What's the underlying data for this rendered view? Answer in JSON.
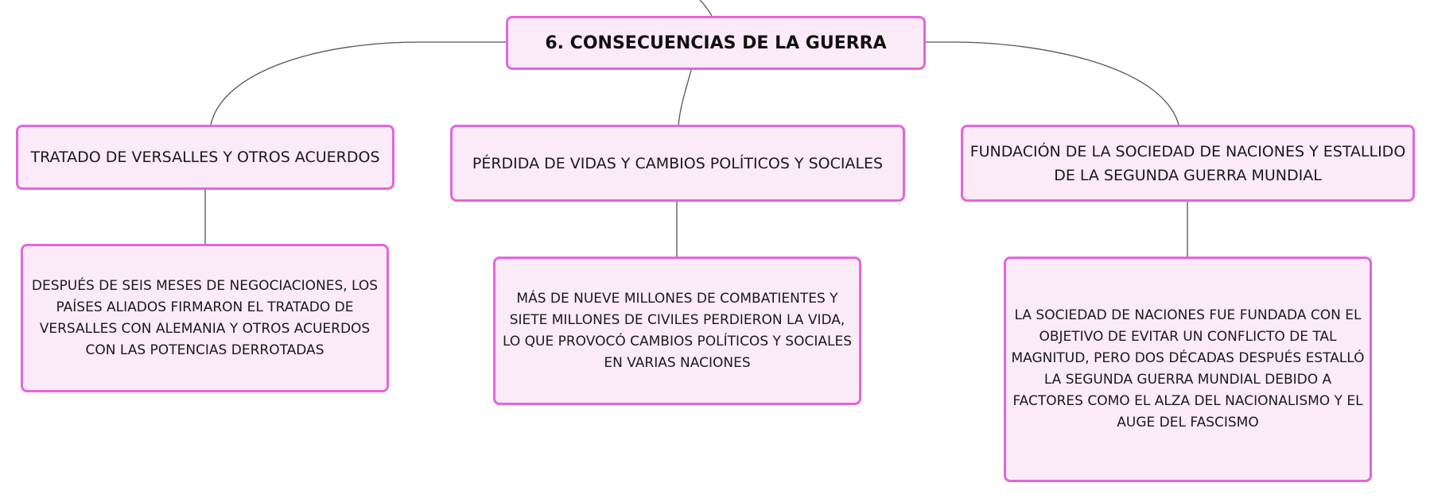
{
  "diagram": {
    "root": {
      "label": "6. CONSECUENCIAS DE LA GUERRA"
    },
    "branches": [
      {
        "label": "TRATADO DE VERSALLES Y OTROS ACUERDOS",
        "detail": "DESPUÉS DE SEIS MESES DE NEGOCIACIONES, LOS PAÍSES ALIADOS FIRMARON EL TRATADO DE VERSALLES CON ALEMANIA Y OTROS ACUERDOS CON LAS POTENCIAS DERROTADAS"
      },
      {
        "label": "PÉRDIDA DE VIDAS Y CAMBIOS POLÍTICOS Y SOCIALES",
        "detail": "MÁS DE NUEVE MILLONES DE COMBATIENTES Y SIETE MILLONES DE CIVILES PERDIERON LA VIDA, LO QUE PROVOCÓ CAMBIOS POLÍTICOS Y SOCIALES EN VARIAS NACIONES"
      },
      {
        "label": "FUNDACIÓN DE LA SOCIEDAD DE NACIONES Y ESTALLIDO DE LA SEGUNDA GUERRA MUNDIAL",
        "detail": "LA SOCIEDAD DE NACIONES FUE FUNDADA CON EL OBJETIVO DE EVITAR UN CONFLICTO DE TAL MAGNITUD, PERO DOS DÉCADAS DESPUÉS ESTALLÓ LA SEGUNDA GUERRA MUNDIAL DEBIDO A FACTORES COMO EL ALZA DEL NACIONALISMO Y EL AUGE DEL FASCISMO"
      }
    ],
    "colors": {
      "node_fill": "#fbeaf8",
      "node_border": "#e466d9",
      "connector": "#555555"
    }
  }
}
